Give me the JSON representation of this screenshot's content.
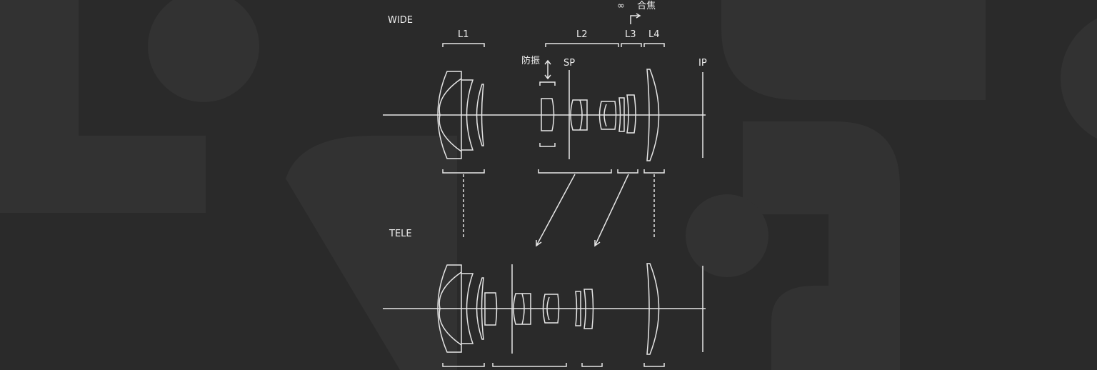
{
  "diagram": {
    "wide_label": "WIDE",
    "tele_label": "TELE",
    "groups": {
      "l1": "L1",
      "l2": "L2",
      "l3": "L3",
      "l4": "L4"
    },
    "stop_label": "SP",
    "image_plane_label": "IP",
    "stabilization_label": "防振",
    "focus_infinity_label": "∞",
    "focus_label": "合焦"
  },
  "colors": {
    "background": "#2a2a2a",
    "line": "#e6e6e6"
  }
}
